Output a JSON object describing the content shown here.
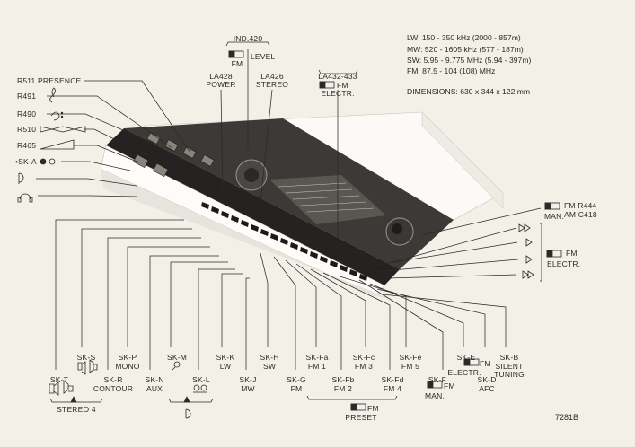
{
  "figure": {
    "specs": {
      "lw": "LW: 150 - 350 kHz  (2000 - 857m)",
      "mw": "MW: 520 - 1605 kHz  (577 - 187m)",
      "sw": "SW: 5.95 - 9.775 MHz  (5.94 - 397m)",
      "fm": "FM: 87.5 - 104 (108) MHz",
      "dimensions": "DIMENSIONS: 630 x 344 x 122 mm"
    },
    "top_labels": {
      "ind420": "IND.420",
      "fm": "FM",
      "level": "LEVEL",
      "la428_power": [
        "LA428",
        "POWER"
      ],
      "la426_stereo": [
        "LA426",
        "STEREO"
      ],
      "la432": "LA432-433",
      "la432_fm": "FM",
      "electr": "ELECTR."
    },
    "left_labels": {
      "r511": "R511 PRESENCE",
      "r491": "R491",
      "r490": "R490",
      "r510": "R510",
      "r465": "R465",
      "ska": "•SK-A"
    },
    "right_labels": {
      "fm_r444": "FM R444",
      "am_c418": "AM C418",
      "man": "MAN.",
      "fm": "FM",
      "electr": "ELECTR."
    },
    "bottom_labels": {
      "skt": "SK-T",
      "sks": "SK-S",
      "skr": [
        "SK-R",
        "CONTOUR"
      ],
      "skp": [
        "SK-P",
        "MONO"
      ],
      "skn": [
        "SK-N",
        "AUX"
      ],
      "skm": "SK-M",
      "skl": "SK-L",
      "skk": [
        "SK-K",
        "LW"
      ],
      "skj": [
        "SK-J",
        "MW"
      ],
      "skh": [
        "SK-H",
        "SW"
      ],
      "skg": [
        "SK-G",
        "FM"
      ],
      "skfa": [
        "SK-Fa",
        "FM 1"
      ],
      "skfb": [
        "SK-Fb",
        "FM 2"
      ],
      "skfc": [
        "SK-Fc",
        "FM 3"
      ],
      "skfd": [
        "SK-Fd",
        "FM 4"
      ],
      "skfe": [
        "SK-Fe",
        "FM 5"
      ],
      "skf": "SK-F",
      "skf_fm": "FM",
      "skf_man": "MAN.",
      "ske": "SK-E",
      "ske_fm": "FM",
      "ske_electr": "ELECTR.",
      "skd": [
        "SK-D",
        "AFC"
      ],
      "skb": [
        "SK-B",
        "SILENT",
        "TUNING"
      ],
      "stereo4": "STEREO 4",
      "preset_fm": "FM",
      "preset": "PRESET"
    },
    "reference": "7281B"
  }
}
